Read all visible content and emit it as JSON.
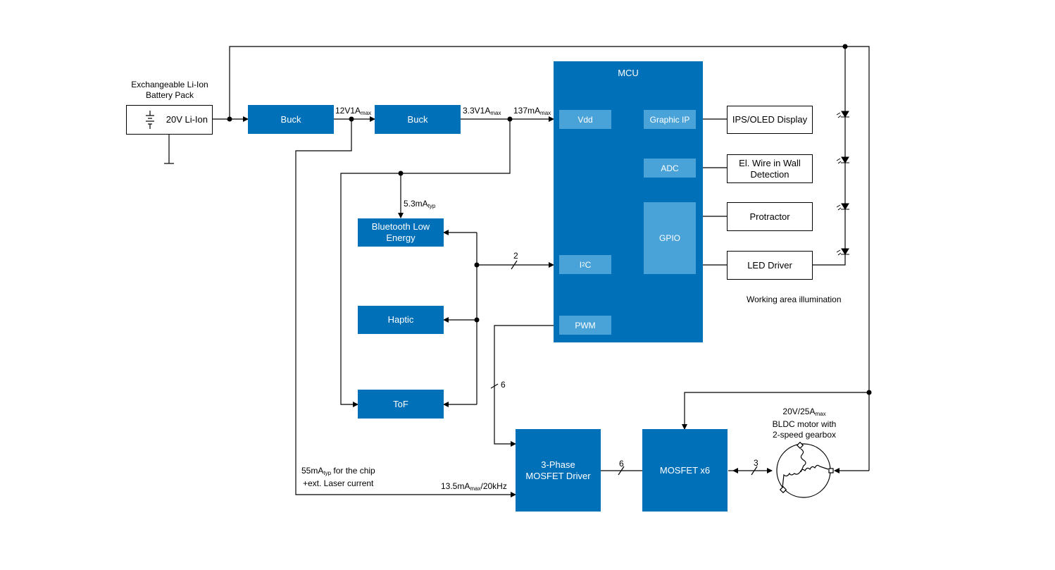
{
  "battery": {
    "title_line1": "Exchangeable Li-Ion",
    "title_line2": "Battery Pack",
    "label": "20V Li-Ion"
  },
  "buck1": {
    "label": "Buck",
    "out_v": "12V1A",
    "out_sub": "max"
  },
  "buck2": {
    "label": "Buck",
    "out_v": "3.3V1A",
    "out_sub": "max"
  },
  "mcu": {
    "title": "MCU",
    "current": "137mA",
    "current_sub": "max",
    "ports": {
      "vdd": "Vdd",
      "graphic": "Graphic IP",
      "adc": "ADC",
      "gpio": "GPIO",
      "i2c_pre": "I",
      "i2c_sup": "2",
      "i2c_post": "C",
      "pwm": "PWM"
    }
  },
  "outputs": {
    "display": "IPS/OLED Display",
    "wire_line1": "El. Wire in Wall",
    "wire_line2": "Detection",
    "protractor": "Protractor",
    "led_driver": "LED Driver",
    "illumination": "Working area illumination"
  },
  "peripherals": {
    "ble_line1": "Bluetooth Low",
    "ble_line2": "Energy",
    "ble_current": "5.3mA",
    "ble_current_sub": "typ",
    "haptic": "Haptic",
    "tof": "ToF",
    "bus_width": "2"
  },
  "driver": {
    "line1": "3-Phase",
    "line2": "MOSFET Driver",
    "pwm_width": "6",
    "out_width": "6",
    "laser_a": "55mA",
    "laser_a_sub": "typ",
    "laser_b": " for the chip",
    "laser_line2": "+ext. Laser current",
    "supply_a": "13.5mA",
    "supply_sub": "max",
    "supply_b": "/20kHz"
  },
  "mosfet": {
    "label": "MOSFET x6",
    "phase_width": "3"
  },
  "motor": {
    "line1_a": "20V/25A",
    "line1_sub": "max",
    "line2": "BLDC motor with",
    "line3": "2-speed gearbox"
  },
  "colors": {
    "block": "#0070b8",
    "port": "#4aa3d8",
    "line": "#000000"
  }
}
